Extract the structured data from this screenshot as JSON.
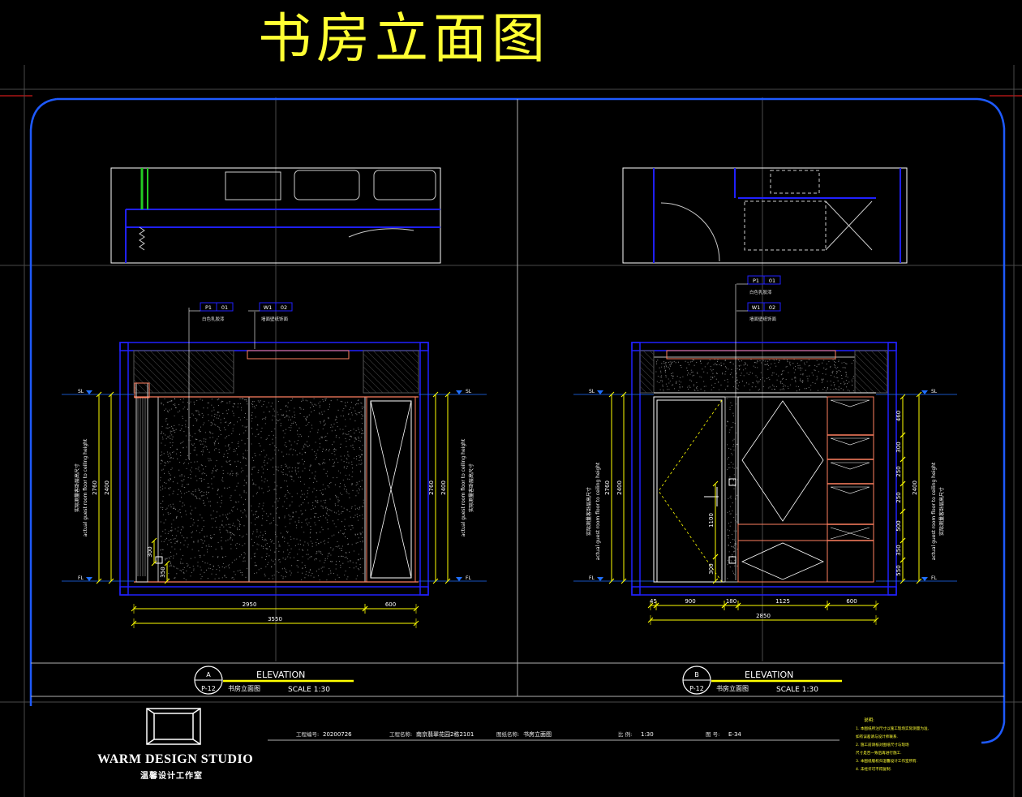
{
  "title": "书房立面图",
  "studio": {
    "name": "WARM DESIGN STUDIO",
    "name_cn": "温馨设计工作室"
  },
  "elevations": [
    {
      "id": "A",
      "sheet": "P-12",
      "heading": "ELEVATION",
      "name": "书房立面图",
      "scale": "SCALE 1:30",
      "tags": [
        {
          "code": "P1",
          "num": "01",
          "desc": "白色乳胶漆"
        },
        {
          "code": "W1",
          "num": "02",
          "desc": "墙面壁纸饰面"
        }
      ],
      "vertical_dims": [
        "2760",
        "2400"
      ],
      "small_dims": [
        "300",
        "350"
      ],
      "bottom_dims": [
        "2950",
        "600"
      ],
      "total_dim": "3550",
      "side_note": "actual guest room floor to ceiling height",
      "side_note_cn": "实际测量客卧层高尺寸",
      "level_marks": [
        "SL",
        "FL"
      ]
    },
    {
      "id": "B",
      "sheet": "P-12",
      "heading": "ELEVATION",
      "name": "书房立面图",
      "scale": "SCALE 1:30",
      "tags": [
        {
          "code": "P1",
          "num": "01",
          "desc": "白色乳胶漆"
        },
        {
          "code": "W1",
          "num": "02",
          "desc": "墙面壁纸饰面"
        }
      ],
      "vertical_dims": [
        "2760",
        "2400"
      ],
      "cabinet_dims": [
        "460",
        "300",
        "250",
        "250",
        "500",
        "350",
        "550"
      ],
      "small_dims": [
        "1100",
        "300"
      ],
      "bottom_dims": [
        "45",
        "900",
        "180",
        "1125",
        "600"
      ],
      "total_dim": "2850",
      "side_note": "actual guest room floor to ceiling height",
      "side_note_cn": "实际测量客卧层高尺寸",
      "level_marks": [
        "SL",
        "FL"
      ]
    }
  ],
  "info_bar": [
    {
      "label": "工程编号:",
      "value": "20200726"
    },
    {
      "label": "工程名称:",
      "value": "南京翡翠花园2栋2101"
    },
    {
      "label": "图纸名称:",
      "value": "书房立面图"
    },
    {
      "label": "比 例:",
      "value": "1:30"
    },
    {
      "label": "图 号:",
      "value": "E-34"
    }
  ],
  "notes": {
    "heading": "说明:",
    "lines": [
      "1. 本图纸所注尺寸以施工现场实际测量为准,",
      "   如有误差请与设计师联系.",
      "2. 施工前请核对图纸尺寸与现场",
      "   尺寸是否一致后再进行施工.",
      "3. 本图纸版权归温馨设计工作室所有.",
      "4. 未经许可不得复制."
    ]
  },
  "colors": {
    "frame": "#1e5aff",
    "title": "#ffff33",
    "line": "#ffffff",
    "dim": "#ffff00",
    "wall": "#2020ff",
    "cabinet": "#ff8060",
    "guide": "#555555"
  }
}
